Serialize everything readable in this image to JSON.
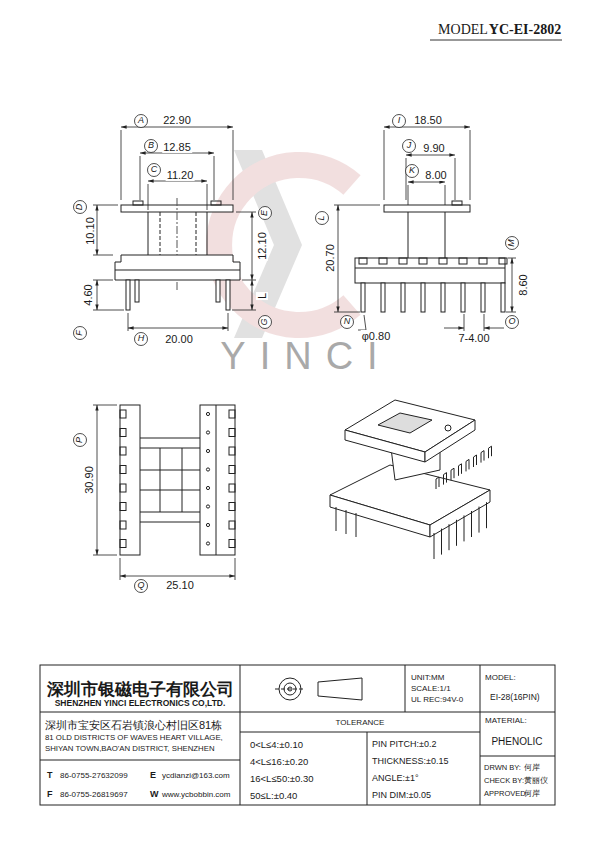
{
  "diagram": {
    "labels": [
      "MODEL：",
      "YC-EI-2802",
      "A",
      "22.90",
      "B",
      "12.85",
      "C",
      "11.20",
      "D",
      "10.10",
      "E",
      "12.10",
      "F",
      "4.60",
      "G",
      "L",
      "H",
      "20.00",
      "I",
      "18.50",
      "J",
      "9.90",
      "K",
      "8.00",
      "L",
      "20.70",
      "M",
      "8.60",
      "N",
      "φ0.80",
      "O",
      "7-4.00",
      "P",
      "30.90",
      "Q",
      "25.10",
      "YINCI",
      "深圳市银磁电子有限公司",
      "SHENZHEN YINCI ELECTRONICS CO,LTD.",
      "深圳市宝安区石岩镇浪心村旧区81栋",
      "81 OLD DISTRICTS OF WAVES HEART VILLAGE,",
      "SHIYAN TOWN,BAO'AN DISTRICT, SHENZHEN",
      "T",
      "86-0755-27632099",
      "E",
      "ycdianzi@163.com",
      "F",
      "86-0755-26819697",
      "W",
      "www.ycbobbin.com",
      "UNIT:MM",
      "SCALE:1/1",
      "UL REC:94V-0",
      "MODEL:",
      "EI-28(16PIN)",
      "TOLERANCE",
      "0<L≤4:±0.10",
      "4<L≤16:±0.20",
      "16<L≤50:±0.30",
      "50≤L:±0.40",
      "PIN PITCH:±0.2",
      "THICKNESS:±0.15",
      "ANGLE:±1°",
      "PIN DIM:±0.05",
      "MATERIAL:",
      "PHENOLIC",
      "DRWN BY:",
      "何岸",
      "CHECK BY:",
      "黄丽仪",
      "APPROVED:",
      "何岸"
    ]
  }
}
